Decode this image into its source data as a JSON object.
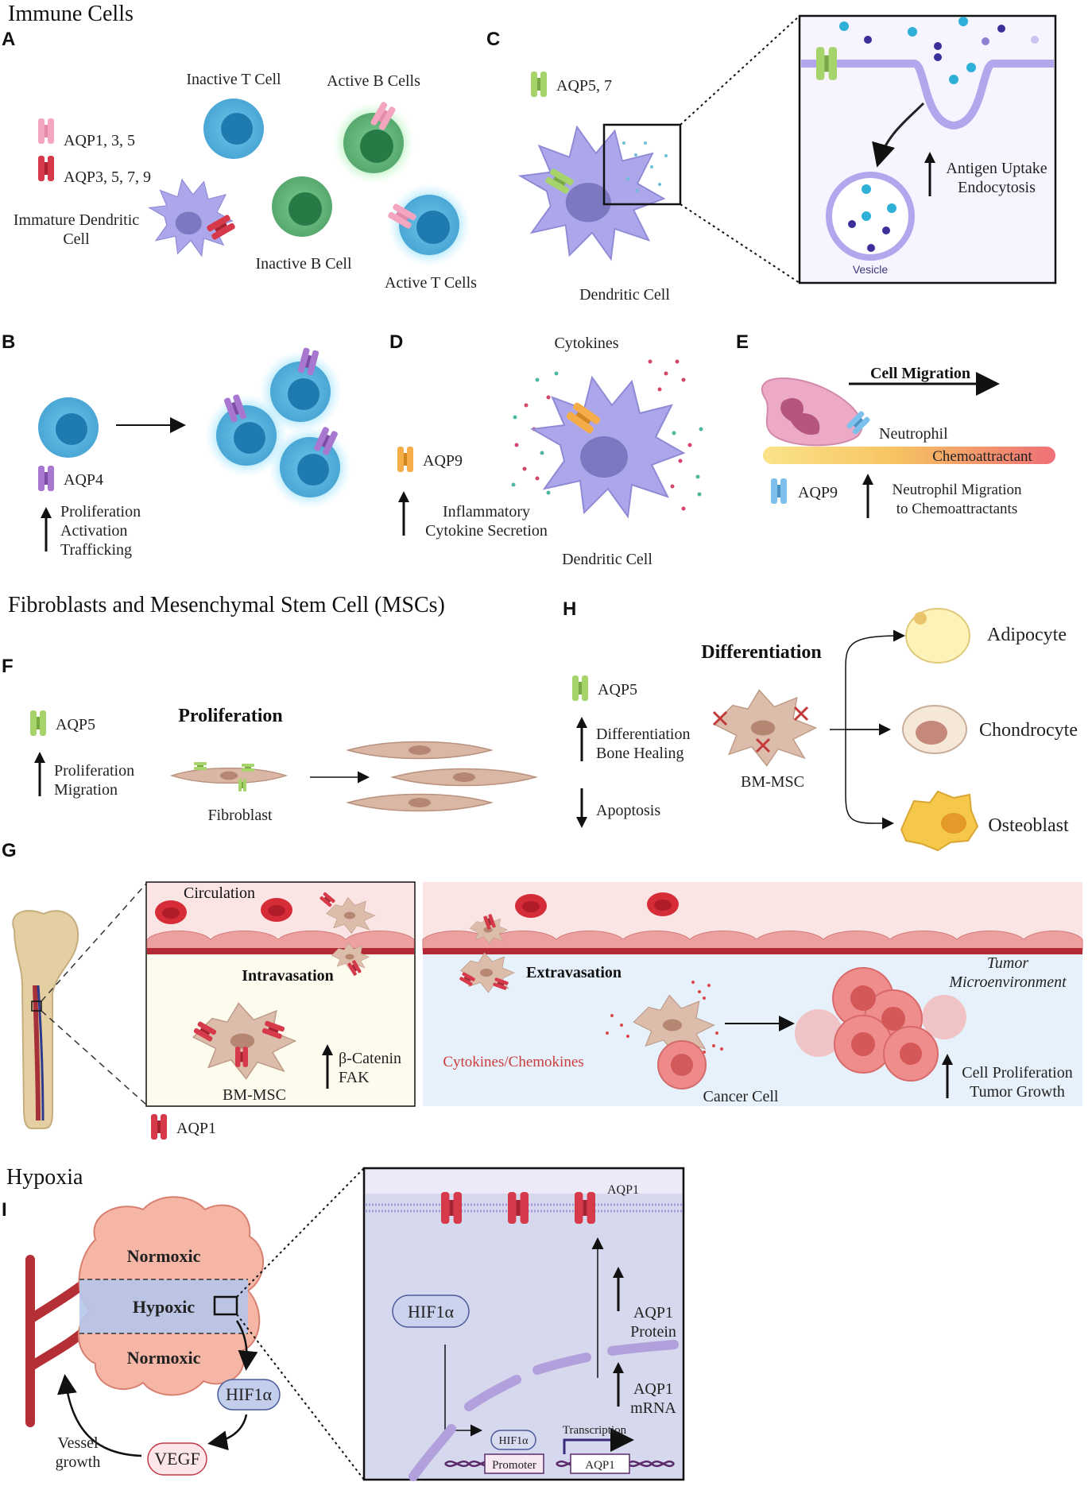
{
  "headings": {
    "immune": "Immune Cells",
    "fibro": "Fibroblasts and Mesenchymal Stem Cell (MSCs)",
    "hypoxia": "Hypoxia"
  },
  "panel_letters": {
    "A": "A",
    "B": "B",
    "C": "C",
    "D": "D",
    "E": "E",
    "F": "F",
    "G": "G",
    "H": "H",
    "I": "I"
  },
  "panelA": {
    "legend_aqp1": "AQP1, 3, 5",
    "legend_aqp3": "AQP3, 5, 7, 9",
    "immature_dc_1": "Immature Dendritic",
    "immature_dc_2": "Cell",
    "inactive_t": "Inactive T Cell",
    "active_b": "Active B Cells",
    "inactive_b": "Inactive B Cell",
    "active_t": "Active T Cells"
  },
  "panelB": {
    "legend": "AQP4",
    "effect_1": "Proliferation",
    "effect_2": "Activation",
    "effect_3": "Trafficking"
  },
  "panelC": {
    "legend": "AQP5, 7",
    "cell_label": "Dendritic Cell",
    "uptake_1": "Antigen Uptake",
    "uptake_2": "Endocytosis",
    "vesicle": "Vesicle"
  },
  "panelD": {
    "cytokines": "Cytokines",
    "legend": "AQP9",
    "effect_1": "Inflammatory",
    "effect_2": "Cytokine Secretion",
    "cell_label": "Dendritic Cell"
  },
  "panelE": {
    "migration": "Cell Migration",
    "neutrophil": "Neutrophil",
    "chemo": "Chemoattractant",
    "legend": "AQP9",
    "effect_1": "Neutrophil Migration",
    "effect_2": "to Chemoattractants"
  },
  "panelF": {
    "legend": "AQP5",
    "title": "Proliferation",
    "effect_1": "Proliferation",
    "effect_2": "Migration",
    "cell_label": "Fibroblast"
  },
  "panelH": {
    "title": "Differentiation",
    "legend": "AQP5",
    "up_1": "Differentiation",
    "up_2": "Bone Healing",
    "down": "Apoptosis",
    "cell_label": "BM-MSC",
    "adipocyte": "Adipocyte",
    "chondrocyte": "Chondrocyte",
    "osteoblast": "Osteoblast"
  },
  "panelG": {
    "circulation": "Circulation",
    "intravasation": "Intravasation",
    "msc": "BM-MSC",
    "beta": "β-Catenin",
    "fak": "FAK",
    "extravasation": "Extravasation",
    "tme_1": "Tumor",
    "tme_2": "Microenvironment",
    "cytokines": "Cytokines/Chemokines",
    "cancer_cell": "Cancer Cell",
    "effect_1": "Cell Proliferation",
    "effect_2": "Tumor Growth",
    "legend": "AQP1"
  },
  "panelI": {
    "normoxic_top": "Normoxic",
    "hypoxic": "Hypoxic",
    "normoxic_bottom": "Normoxic",
    "hif_small": "HIF1α",
    "vegf": "VEGF",
    "vessel_1": "Vessel",
    "vessel_2": "growth",
    "aqp1_top": "AQP1",
    "hif_big": "HIF1α",
    "protein_1": "AQP1",
    "protein_2": "Protein",
    "mrna_1": "AQP1",
    "mrna_2": "mRNA",
    "transcription": "Transcription",
    "hif_bound": "HIF1α",
    "promoter": "Promoter",
    "gene": "AQP1"
  },
  "colors": {
    "aqp_pink": "#f4a6c0",
    "aqp_red": "#d63a4a",
    "aqp_green": "#9ccc5c",
    "aqp_purple": "#9a6cc4",
    "aqp_orange": "#f2a33a",
    "aqp_blue": "#6ab4e6",
    "t_cell": "#5fb8e0",
    "b_cell": "#6cbd84",
    "dendritic": "#a9a6e6",
    "text": "#222222"
  }
}
